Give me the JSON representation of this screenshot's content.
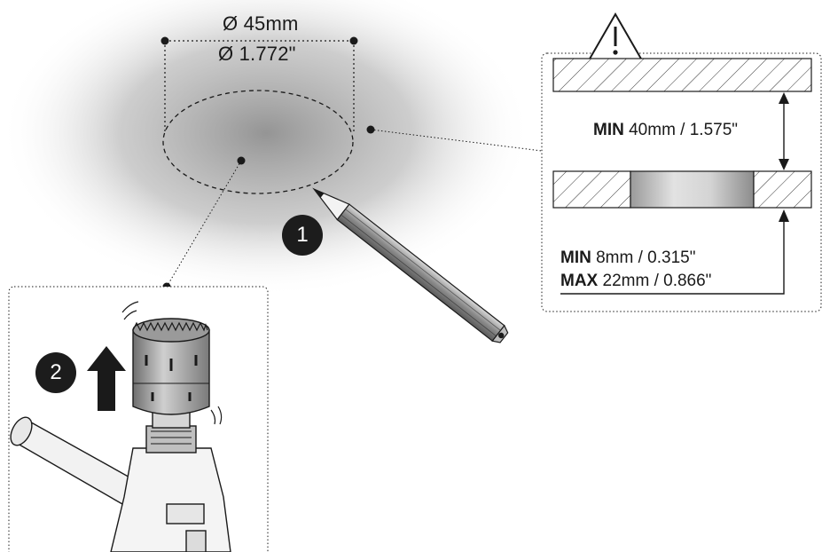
{
  "diameter": {
    "metric": "Ø 45mm",
    "imperial": "Ø 1.772\""
  },
  "clearance": {
    "min_keyword": "MIN",
    "min_value": "40mm / 1.575\""
  },
  "ceiling_thickness": {
    "min_keyword": "MIN",
    "min_value": "8mm / 0.315\"",
    "max_keyword": "MAX",
    "max_value": "22mm / 0.866\""
  },
  "steps": {
    "step1": "1",
    "step2": "2"
  },
  "warning_symbol": "!",
  "icons": [
    "warning-icon",
    "pencil-icon",
    "hole-saw-drill-icon",
    "up-arrow-icon"
  ],
  "colors": {
    "ink": "#1a1a1a",
    "badge": "#1c1c1c",
    "shadow": "#8a8a8a"
  }
}
